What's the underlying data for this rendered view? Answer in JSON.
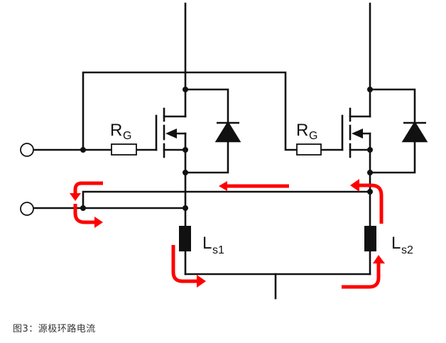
{
  "caption": "图3：源极环路电流",
  "labels": {
    "rg_left_main": "R",
    "rg_left_sub": "G",
    "rg_right_main": "R",
    "rg_right_sub": "G",
    "ls1_main": "L",
    "ls1_sub": "s1",
    "ls2_main": "L",
    "ls2_sub": "s2"
  },
  "colors": {
    "wire": "#111111",
    "current_arrow": "#ff0000",
    "background": "#ffffff"
  },
  "components": [
    {
      "type": "terminal",
      "name": "gate-input-terminal"
    },
    {
      "type": "terminal",
      "name": "source-kelvin-terminal"
    },
    {
      "type": "resistor",
      "label": "RG",
      "name": "gate-resistor-1"
    },
    {
      "type": "resistor",
      "label": "RG",
      "name": "gate-resistor-2"
    },
    {
      "type": "mosfet",
      "name": "mosfet-1"
    },
    {
      "type": "mosfet",
      "name": "mosfet-2"
    },
    {
      "type": "diode",
      "name": "body-diode-1"
    },
    {
      "type": "diode",
      "name": "body-diode-2"
    },
    {
      "type": "inductor",
      "label": "Ls1",
      "name": "source-inductance-1"
    },
    {
      "type": "inductor",
      "label": "Ls2",
      "name": "source-inductance-2"
    }
  ]
}
